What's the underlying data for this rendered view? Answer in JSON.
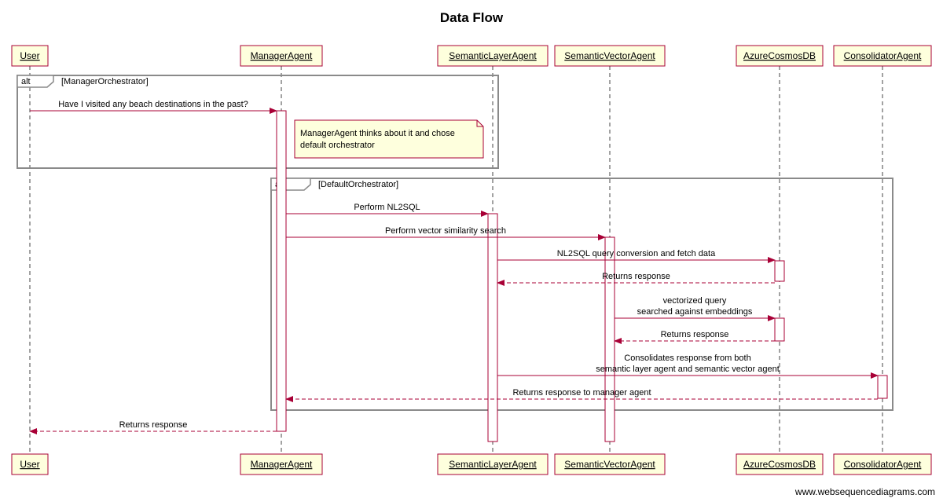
{
  "title": "Data Flow",
  "watermark": "www.websequencediagrams.com",
  "colors": {
    "actor_fill": "#feffdd",
    "accent": "#a80036",
    "frame": "#8a8a8a"
  },
  "actors": [
    {
      "id": "user",
      "label": "User"
    },
    {
      "id": "manager",
      "label": "ManagerAgent"
    },
    {
      "id": "semlayer",
      "label": "SemanticLayerAgent"
    },
    {
      "id": "semvector",
      "label": "SemanticVectorAgent"
    },
    {
      "id": "cosmos",
      "label": "AzureCosmosDB"
    },
    {
      "id": "consolidator",
      "label": "ConsolidatorAgent"
    }
  ],
  "frames": [
    {
      "operator": "alt",
      "guard": "[ManagerOrchestrator]"
    },
    {
      "operator": "alt",
      "guard": "[DefaultOrchestrator]"
    }
  ],
  "messages": [
    {
      "from": "user",
      "to": "manager",
      "style": "solid",
      "lines": [
        "Have I visited any beach destinations in the past?"
      ]
    },
    {
      "from": "manager",
      "to": "semlayer",
      "style": "solid",
      "lines": [
        "Perform NL2SQL"
      ]
    },
    {
      "from": "manager",
      "to": "semvector",
      "style": "solid",
      "lines": [
        "Perform vector similarity search"
      ]
    },
    {
      "from": "semlayer",
      "to": "cosmos",
      "style": "solid",
      "lines": [
        "NL2SQL query conversion and fetch data"
      ]
    },
    {
      "from": "cosmos",
      "to": "semlayer",
      "style": "dashed",
      "lines": [
        "Returns response"
      ]
    },
    {
      "from": "semvector",
      "to": "cosmos",
      "style": "solid",
      "lines": [
        "vectorized query",
        "searched against embeddings"
      ]
    },
    {
      "from": "cosmos",
      "to": "semvector",
      "style": "dashed",
      "lines": [
        "Returns response"
      ]
    },
    {
      "from": "semlayer",
      "to": "consolidator",
      "style": "solid",
      "lines": [
        "Consolidates response from both",
        "semantic layer agent and semantic vector agent"
      ]
    },
    {
      "from": "consolidator",
      "to": "manager",
      "style": "dashed",
      "lines": [
        "Returns response to manager agent"
      ]
    },
    {
      "from": "manager",
      "to": "user",
      "style": "dashed",
      "lines": [
        "Returns response"
      ]
    }
  ],
  "note": {
    "lines": [
      "ManagerAgent thinks about it and chose",
      " default orchestrator"
    ]
  }
}
